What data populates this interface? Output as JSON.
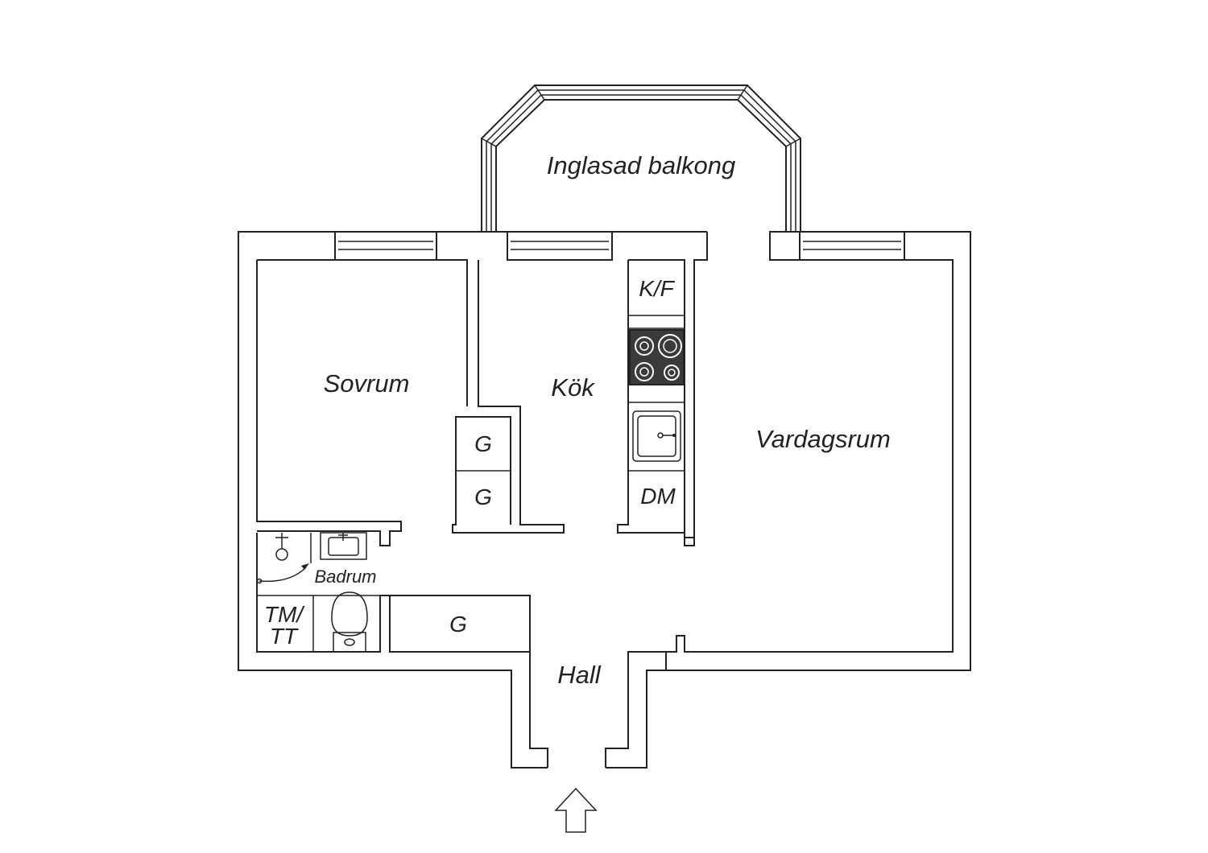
{
  "rooms": {
    "balcony": "Inglasad balkong",
    "bedroom": "Sovrum",
    "kitchen": "Kök",
    "living": "Vardagsrum",
    "bathroom": "Badrum",
    "hall": "Hall"
  },
  "fixtures": {
    "fridge_freezer": "K/F",
    "dishwasher": "DM",
    "wardrobe_1": "G",
    "wardrobe_2": "G",
    "wardrobe_hall": "G",
    "washer_dryer_line1": "TM/",
    "washer_dryer_line2": "TT"
  },
  "icons": {
    "entrance": "arrow-up-icon",
    "stove": "stove-icon",
    "sink": "sink-icon",
    "toilet": "toilet-icon",
    "shower": "shower-icon",
    "washbasin": "washbasin-icon"
  },
  "colors": {
    "line": "#222222",
    "stove": "#3a3a3a",
    "background": "#ffffff"
  }
}
